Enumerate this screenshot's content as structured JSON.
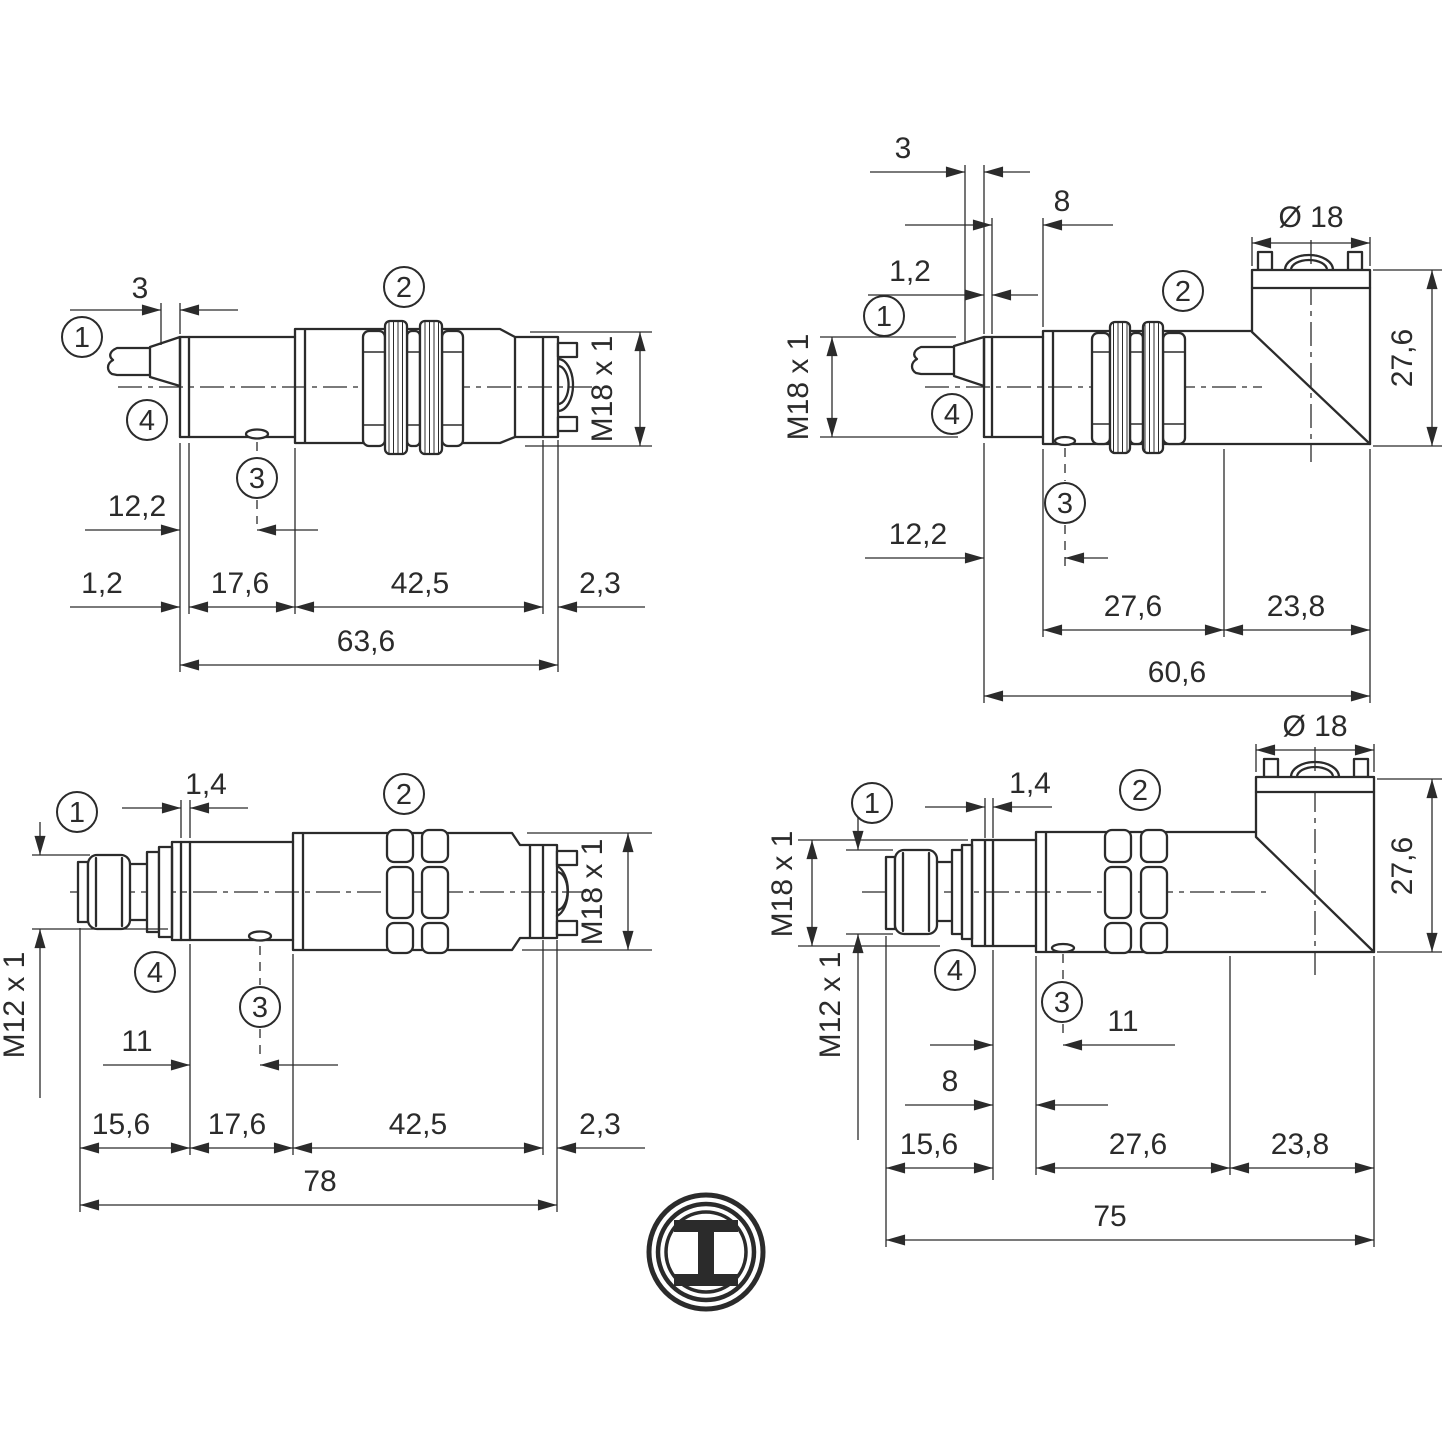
{
  "callouts": {
    "n1": "1",
    "n2": "2",
    "n3": "3",
    "n4": "4"
  },
  "tl": {
    "d3": "3",
    "d12_2": "12,2",
    "d1_2": "1,2",
    "d17_6": "17,6",
    "d42_5": "42,5",
    "d2_3": "2,3",
    "d63_6": "63,6",
    "thread": "M18 x 1"
  },
  "tr": {
    "d3": "3",
    "d8": "8",
    "d1_2": "1,2",
    "d12_2": "12,2",
    "d27_6": "27,6",
    "d23_8": "23,8",
    "d60_6": "60,6",
    "dia": "Ø 18",
    "height": "27,6",
    "thread": "M18 x 1"
  },
  "bl": {
    "d1_4": "1,4",
    "d11": "11",
    "d15_6": "15,6",
    "d17_6": "17,6",
    "d42_5": "42,5",
    "d2_3": "2,3",
    "d78": "78",
    "thread": "M18 x 1",
    "conn": "M12 x 1"
  },
  "br": {
    "d1_4": "1,4",
    "d11": "11",
    "d8": "8",
    "d15_6": "15,6",
    "d27_6": "27,6",
    "d23_8": "23,8",
    "d75": "75",
    "dia": "Ø 18",
    "height": "27,6",
    "thread": "M18 x 1",
    "conn": "M12 x 1"
  }
}
